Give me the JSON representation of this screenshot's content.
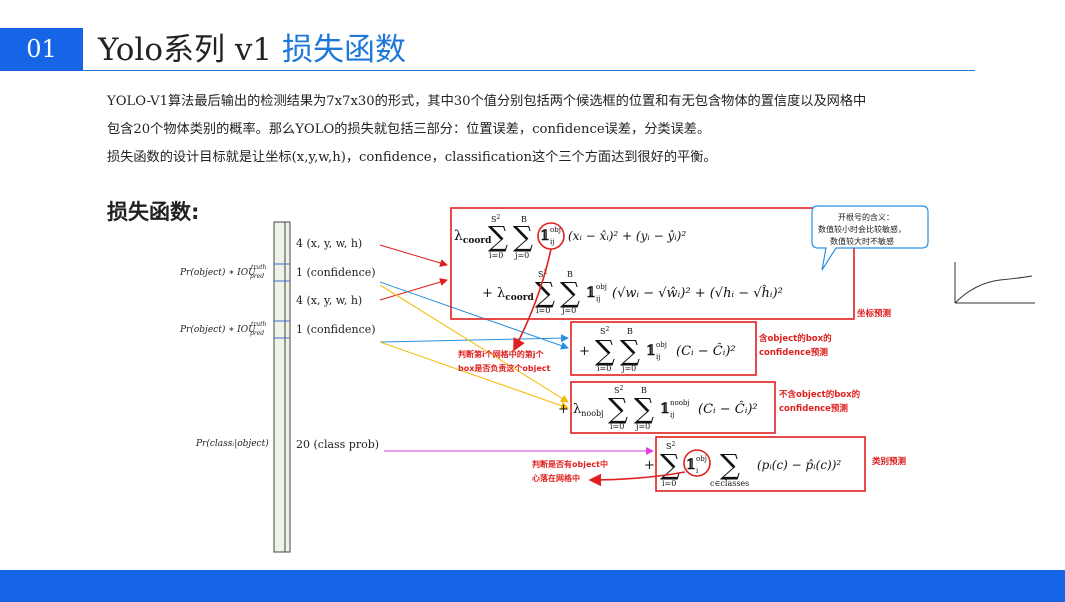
{
  "header": {
    "number": "01",
    "title_prefix": "Yolo系列 v1 ",
    "title_accent": "损失函数"
  },
  "paragraph": {
    "line1": "YOLO-V1算法最后输出的检测结果为7x7x30的形式，其中30个值分别包括两个候选框的位置和有无包含物体的置信度以及网格中",
    "line2": "包含20个物体类别的概率。那么YOLO的损失就包括三部分：位置误差，confidence误差，分类误差。",
    "line3": "损失函数的设计目标就是让坐标(x,y,w,h)，confidence，classification这个三个方面达到很好的平衡。"
  },
  "loss_heading": "损失函数:",
  "vector": {
    "labels": [
      "4 (x, y, w, h)",
      "1 (confidence)",
      "4 (x, y, w, h)",
      "1 (confidence)",
      "20 (class prob)"
    ],
    "left_formulas": [
      "Pr(object) ∗ IOU",
      "Pr(object) ∗ IOU",
      "Pr(classᵢ|object)"
    ],
    "iou_sup": "truth",
    "iou_sub": "pred"
  },
  "annotations": {
    "sqrt_note": [
      "开根号的含义：",
      "数值较小时会比较敏感，",
      "数值较大时不敏感"
    ],
    "coord_label": "坐标预测",
    "obj_label": [
      "含object的box的",
      "confidence预测"
    ],
    "noobj_label": [
      "不含object的box的",
      "confidence预测"
    ],
    "class_label": "类别预测",
    "responsible_note": [
      "判断第i个网格中的第j个",
      "box是否负责这个object"
    ],
    "center_note": [
      "判断是否有object中",
      "心落在网格中"
    ]
  },
  "colors": {
    "brand_blue": "#1565e6",
    "accent_blue": "#1e78d8",
    "red": "#e02020",
    "arrow_orange": "#f5b800",
    "arrow_magenta": "#e040e0",
    "arrow_blue": "#2a90e0"
  }
}
